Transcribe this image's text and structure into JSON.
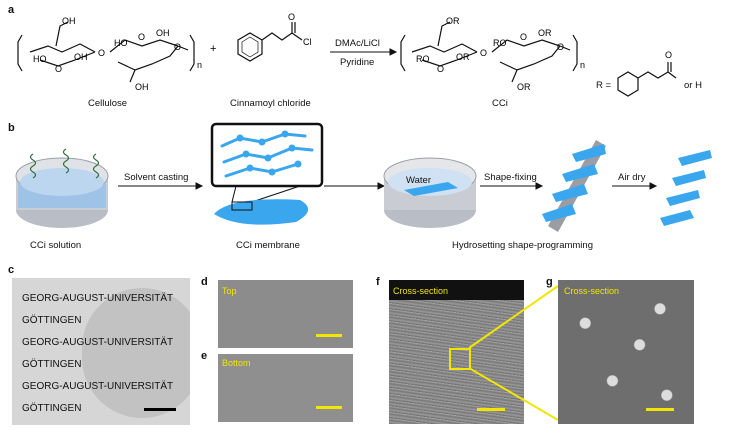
{
  "panels": {
    "a": {
      "label": "a",
      "cellulose": "Cellulose",
      "reagent": "Cinnamoyl chloride",
      "plus": "+",
      "conditions_top": "DMAc/LiCl",
      "conditions_bottom": "Pyridine",
      "product": "CCi",
      "r_def": "R =",
      "or_h": "or H",
      "oh": "OH",
      "ho": "HO",
      "o": "O",
      "or": "OR",
      "ro": "RO",
      "n": "n",
      "cl": "Cl"
    },
    "b": {
      "label": "b",
      "step1": "Solvent casting",
      "step2": "Shape-fixing",
      "step3": "Air dry",
      "water": "Water",
      "cap1": "CCi solution",
      "cap2": "CCi membrane",
      "cap3": "Hydrosetting shape-programming"
    },
    "c": {
      "label": "c",
      "lines": [
        "GEORG-AUGUST-UNIVERSITÄT",
        "GÖTTINGEN",
        "GEORG-AUGUST-UNIVERSITÄT",
        "GÖTTINGEN",
        "GEORG-AUGUST-UNIVERSITÄT",
        "GÖTTINGEN"
      ]
    },
    "d": {
      "label": "d",
      "tag": "Top"
    },
    "e": {
      "label": "e",
      "tag": "Bottom"
    },
    "f": {
      "label": "f",
      "tag": "Cross-section"
    },
    "g": {
      "label": "g",
      "tag": "Cross-section"
    }
  },
  "colors": {
    "accent_yellow": "#f2e600",
    "blue": "#3aa6ee",
    "dish_gray": "#c9ccd2"
  }
}
